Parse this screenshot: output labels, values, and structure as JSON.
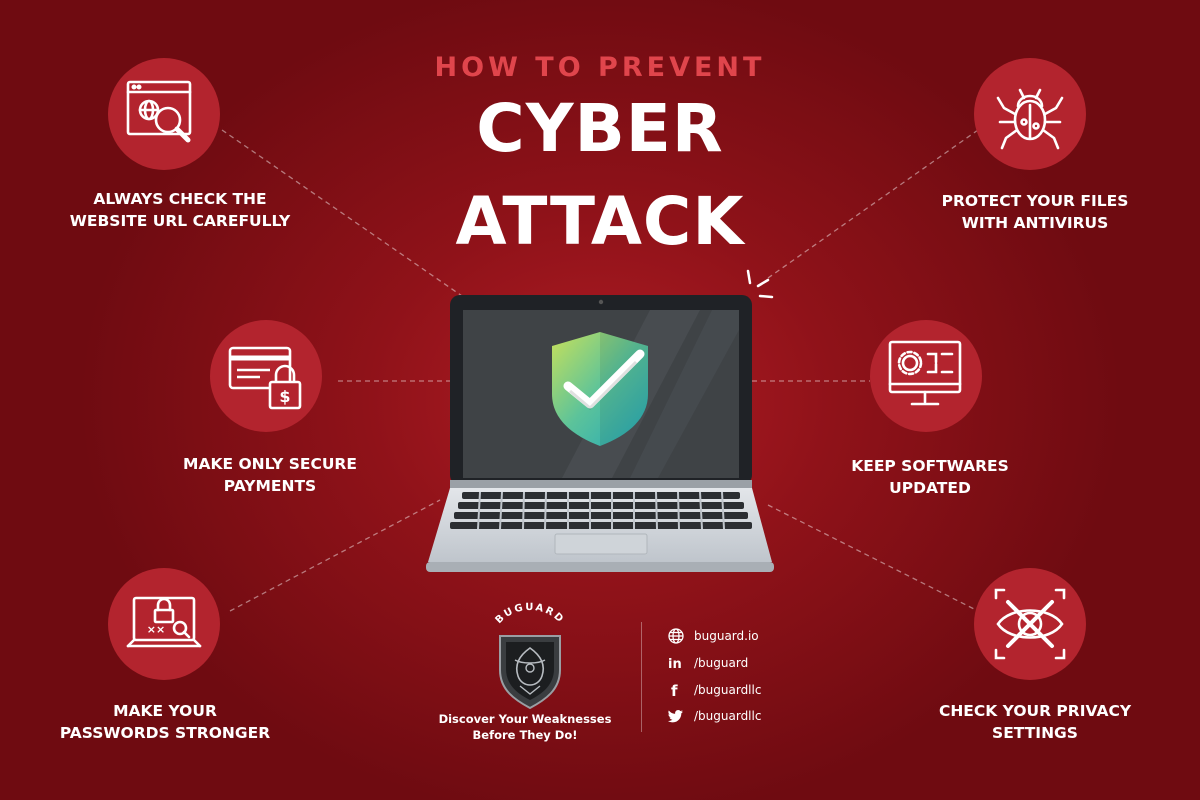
{
  "heading": {
    "line1": "HOW TO PREVENT",
    "line2": "CYBER",
    "line3": "ATTACK"
  },
  "tips": [
    {
      "id": "url",
      "icon": "browser-magnifier-icon",
      "lines": [
        "ALWAYS CHECK THE",
        "WEBSITE URL CAREFULLY"
      ]
    },
    {
      "id": "payments",
      "icon": "credit-card-lock-icon",
      "lines": [
        "MAKE ONLY SECURE",
        "PAYMENTS"
      ]
    },
    {
      "id": "passwords",
      "icon": "laptop-password-icon",
      "lines": [
        "MAKE YOUR",
        "PASSWORDS STRONGER"
      ]
    },
    {
      "id": "antivirus",
      "icon": "bug-icon",
      "lines": [
        "PROTECT YOUR FILES",
        "WITH ANTIVIRUS"
      ]
    },
    {
      "id": "updates",
      "icon": "monitor-settings-icon",
      "lines": [
        "KEEP SOFTWARES",
        "UPDATED"
      ]
    },
    {
      "id": "privacy",
      "icon": "eye-crossed-icon",
      "lines": [
        "CHECK YOUR PRIVACY",
        "SETTINGS"
      ]
    }
  ],
  "brand": {
    "name": "BUGUARD",
    "tagline": [
      "Discover Your Weaknesses",
      "Before They Do!"
    ],
    "contacts": [
      {
        "icon": "globe-icon",
        "text": "buguard.io"
      },
      {
        "icon": "linkedin-icon",
        "text": "/buguard"
      },
      {
        "icon": "facebook-icon",
        "text": "/buguardllc"
      },
      {
        "icon": "twitter-icon",
        "text": "/buguardllc"
      }
    ]
  },
  "colors": {
    "background": "#8f1219",
    "circle": "#b3242e",
    "accent": "#e0454c",
    "shield_check": "#ffffff"
  }
}
